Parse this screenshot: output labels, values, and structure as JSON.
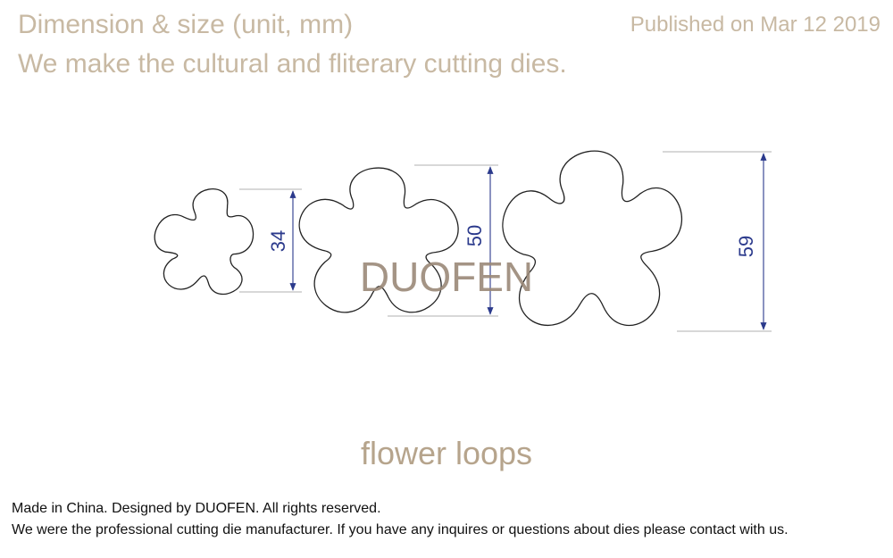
{
  "header": {
    "title": "Dimension & size (unit, mm)",
    "published": "Published on Mar 12 2019",
    "subtitle": "We make the cultural and fliterary cutting dies."
  },
  "watermark": "DUOFEN",
  "dimensions": [
    {
      "item": "small flower",
      "value": "34"
    },
    {
      "item": "medium flower",
      "value": "50"
    },
    {
      "item": "large flower",
      "value": "59"
    }
  ],
  "product_name": "flower loops",
  "footer": {
    "line1": "Made in China. Designed by DUOFEN. All rights reserved.",
    "line2": "We were the professional cutting die manufacturer. If you have any inquires or questions about dies please contact with us."
  },
  "colors": {
    "header_text": "#c8b9a3",
    "watermark": "#9a8878",
    "dimension_lines": "#2b3a8c",
    "outline": "#222222"
  }
}
